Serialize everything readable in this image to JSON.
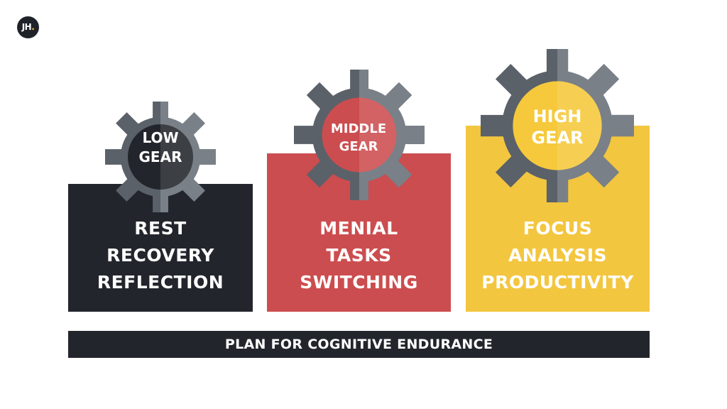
{
  "logo": {
    "text": "JH",
    "dot": "."
  },
  "gears": [
    {
      "label_lines": [
        "LOW",
        "GEAR"
      ],
      "hub_color": "#22262c"
    },
    {
      "label_lines": [
        "MIDDLE",
        "GEAR"
      ],
      "hub_color": "#cc4d4f"
    },
    {
      "label_lines": [
        "HIGH",
        "GEAR"
      ],
      "hub_color": "#f5c93b"
    }
  ],
  "panels": [
    {
      "lines": [
        "REST",
        "RECOVERY",
        "REFLECTION"
      ],
      "color": "#22262c"
    },
    {
      "lines": [
        "MENIAL",
        "TASKS",
        "SWITCHING"
      ],
      "color": "#cc4d4f"
    },
    {
      "lines": [
        "FOCUS",
        "ANALYSIS",
        "PRODUCTIVITY"
      ],
      "color": "#f3c63f"
    }
  ],
  "gear_colors": {
    "dark": "#5b6169",
    "light": "#7a8088"
  },
  "banner": {
    "text": "PLAN FOR COGNITIVE ENDURANCE"
  }
}
